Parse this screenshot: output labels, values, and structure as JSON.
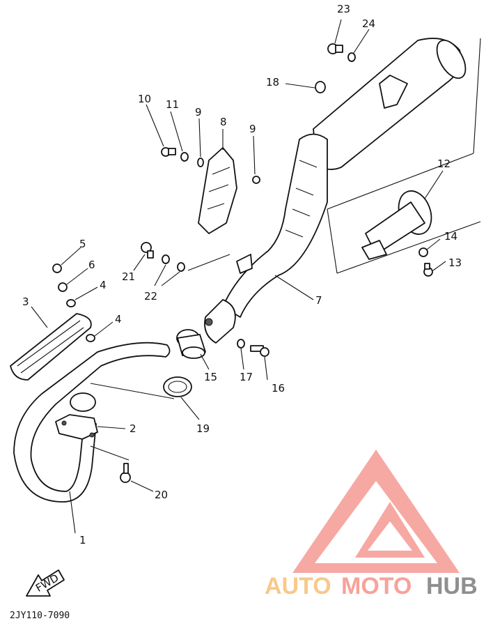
{
  "diagram": {
    "code": "2JY110-7090",
    "fwd_label": "FWD",
    "callouts": [
      {
        "id": "c1",
        "text": "1"
      },
      {
        "id": "c2",
        "text": "2"
      },
      {
        "id": "c3",
        "text": "3"
      },
      {
        "id": "c4a",
        "text": "4"
      },
      {
        "id": "c4b",
        "text": "4"
      },
      {
        "id": "c5",
        "text": "5"
      },
      {
        "id": "c6",
        "text": "6"
      },
      {
        "id": "c7",
        "text": "7"
      },
      {
        "id": "c8",
        "text": "8"
      },
      {
        "id": "c9a",
        "text": "9"
      },
      {
        "id": "c9b",
        "text": "9"
      },
      {
        "id": "c10",
        "text": "10"
      },
      {
        "id": "c11",
        "text": "11"
      },
      {
        "id": "c12",
        "text": "12"
      },
      {
        "id": "c13",
        "text": "13"
      },
      {
        "id": "c14",
        "text": "14"
      },
      {
        "id": "c15",
        "text": "15"
      },
      {
        "id": "c16",
        "text": "16"
      },
      {
        "id": "c17",
        "text": "17"
      },
      {
        "id": "c18",
        "text": "18"
      },
      {
        "id": "c19",
        "text": "19"
      },
      {
        "id": "c20",
        "text": "20"
      },
      {
        "id": "c21",
        "text": "21"
      },
      {
        "id": "c22",
        "text": "22"
      },
      {
        "id": "c23",
        "text": "23"
      },
      {
        "id": "c24",
        "text": "24"
      }
    ]
  },
  "watermark": {
    "part1": "AUTO",
    "part2": "MOTO",
    "part3": "HUB",
    "color1": "#f7c98b",
    "color2": "#f7a29a",
    "color3": "#8f8f8f",
    "logo_color": "#f59a93"
  }
}
